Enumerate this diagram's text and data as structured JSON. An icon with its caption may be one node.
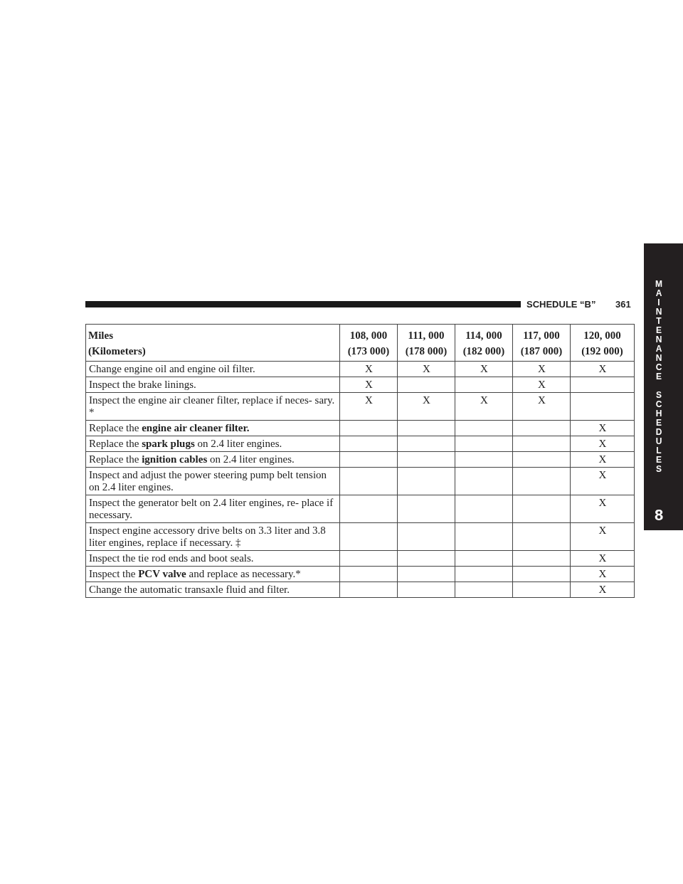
{
  "diagram": {
    "labels": [
      "SCHEDULE “B”",
      "361",
      "Miles (Kilometers)",
      "108, 000 (173 000)",
      "111, 000 (178 000)",
      "114, 000 (182 000)",
      "117, 000 (187 000)",
      "120, 000 (192 000)",
      "Change engine oil and engine oil filter.",
      "X",
      "X",
      "X",
      "X",
      "X",
      "Inspect the brake linings.",
      "X",
      "X",
      "Inspect the engine air cleaner filter, replace if neces- sary. *",
      "X",
      "X",
      "X",
      "X",
      "Replace the **engine air cleaner filter.**",
      "X",
      "Replace the **spark plugs** on 2.4 liter engines.",
      "X",
      "Replace the **ignition cables** on 2.4 liter engines.",
      "X",
      "Inspect and adjust the power steering pump belt tension on 2.4 liter engines.",
      "X",
      "Inspect the generator belt on 2.4 liter engines, re- place if necessary.",
      "X",
      "Inspect engine accessory drive belts on 3.3 liter and 3.8 liter engines, replace if necessary. ‡",
      "X",
      "Inspect the tie rod ends and boot seals.",
      "X",
      "Inspect the **PCV valve** and replace as necessary.*",
      "X",
      "Change the automatic transaxle fluid and filter.",
      "X",
      "MAINTENANCE SCHEDULES",
      "8"
    ]
  }
}
